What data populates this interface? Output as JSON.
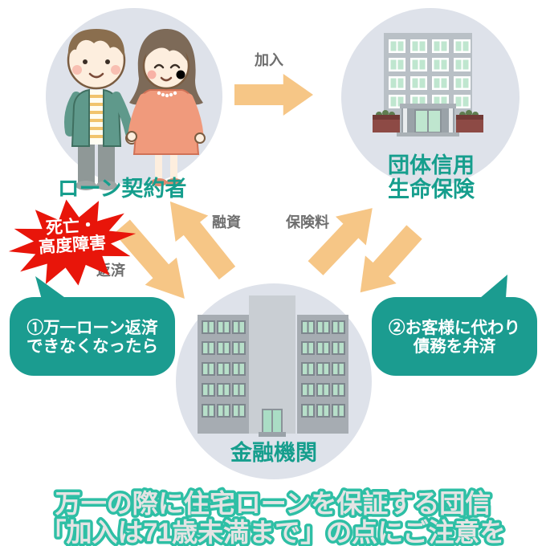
{
  "nodes": {
    "contractor": {
      "label": "ローン契約者"
    },
    "insurance": {
      "label_line1": "団体信用",
      "label_line2": "生命保険"
    },
    "bank": {
      "label": "金融機関"
    }
  },
  "arrow_labels": {
    "join": "加入",
    "financing": "融資",
    "premium": "保険料",
    "repayment": "返済"
  },
  "starburst": {
    "line1": "死亡・",
    "line2": "高度障害"
  },
  "callouts": {
    "left": {
      "line1": "①万一ローン返済",
      "line2": "できなくなったら"
    },
    "right": {
      "line1": "②お客様に代わり",
      "line2": "債務を弁済"
    }
  },
  "caption": {
    "line1": "万一の際に住宅ローンを保証する団信",
    "line2": "「加入は71歳未満まで」の点にご注意を"
  },
  "colors": {
    "teal_label": "#169e8d",
    "teal_bubble": "#1b9c90",
    "arrow_orange": "#f6c686",
    "starburst_red": "#e8150a",
    "circle_bg": "#dee2ea",
    "caption_fill": "#e4e4e4",
    "caption_stroke": "#2ebfa5",
    "label_gray": "#6e6e6e"
  }
}
